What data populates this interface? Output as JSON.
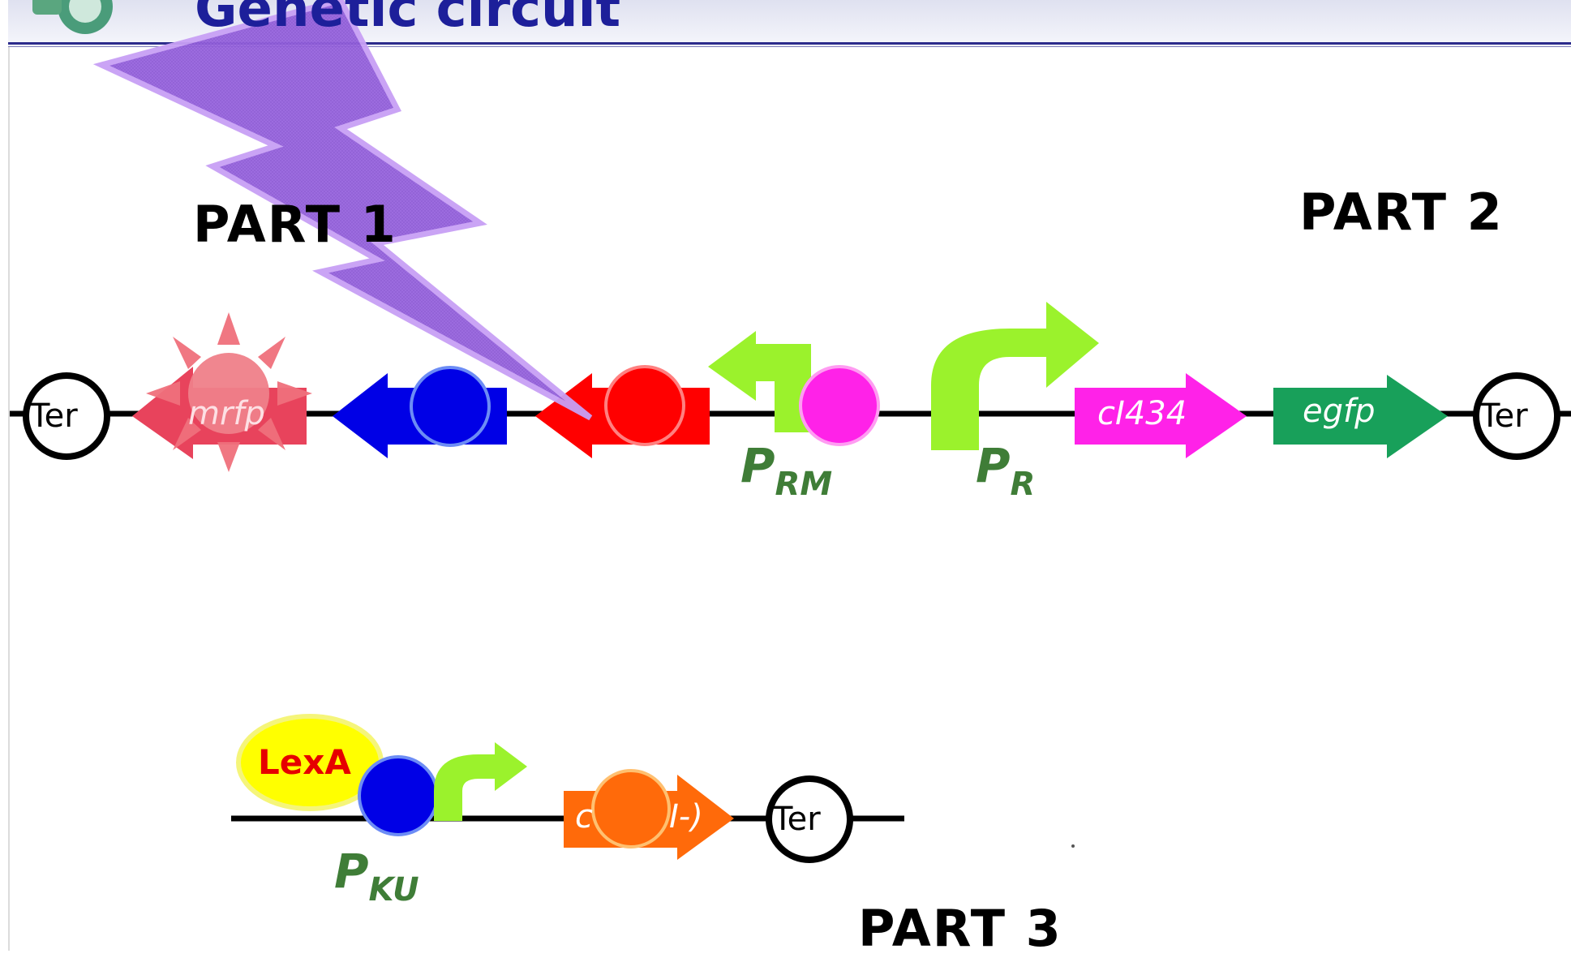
{
  "title": "Genetic circuit",
  "parts": {
    "part1": "PART 1",
    "part2": "PART 2",
    "part3": "PART 3"
  },
  "terminator_label": "Ter",
  "genes": {
    "mrfp": "mrfp",
    "ci434": "cI434",
    "egfp": "egfp",
    "c_fragment": "c",
    "ci_suffix": "I-)"
  },
  "promoters": {
    "prm_main": "P",
    "prm_sub": "RM",
    "pr_main": "P",
    "pr_sub": "R",
    "pku_main": "P",
    "pku_sub": "KU"
  },
  "protein_label": "LexA",
  "colors": {
    "title_blue": "#1d1f9a",
    "promoter_green": "#9bf22c",
    "promoter_text": "#3f7d37",
    "mrfp_red": "#e8435c",
    "blue_gene": "#0000e6",
    "red_gene": "#ff0000",
    "magenta": "#ff22e8",
    "egfp_green": "#18a05a",
    "orange": "#ff6a0a",
    "lexa_yellow": "#ffff00",
    "uv_purple": "#9966e0"
  },
  "icons": [
    "app-logo-icon",
    "uv-lightning-icon",
    "sun-burst-icon",
    "terminator-icon",
    "promoter-arrow-icon",
    "protein-circle-icon"
  ]
}
